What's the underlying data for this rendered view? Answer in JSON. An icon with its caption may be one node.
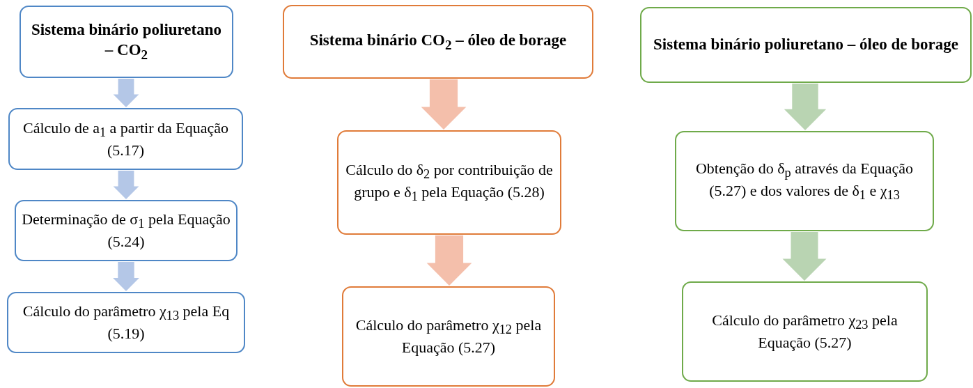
{
  "diagram": {
    "nodes": [
      {
        "text": [
          "Sistema binário poliuretano – CO$_{2}$"
        ]
      },
      {
        "text": [
          "Cálculo de a$_{1}$ a partir da Equação (5.17)"
        ]
      },
      {
        "text": [
          "Determinação de σ$_{1}$ pela Equação (5.24)"
        ]
      },
      {
        "text": [
          "Cálculo do parâmetro χ$_{13}$ pela Eq (5.19)"
        ]
      },
      {
        "text": [
          "Sistema binário  CO$_{2}$ – óleo de borage"
        ]
      },
      {
        "text": [
          "Cálculo do δ$_{2}$ por contribuição de grupo e δ$_{1}$ pela Equação (5.28)"
        ]
      },
      {
        "text": [
          "Cálculo do parâmetro χ$_{12}$ pela Equação (5.27)"
        ]
      },
      {
        "text": [
          "Sistema binário  poliuretano – óleo de borage"
        ]
      },
      {
        "text": [
          "Obtenção do δ$_{p}$ através da Equação (5.27) e dos valores de  δ$_{1}$  e χ$_{13}$"
        ]
      },
      {
        "text": [
          "Cálculo do parâmetro χ$_{23}$ pela Equação (5.27)"
        ]
      }
    ],
    "edges": [
      {
        "from": 0,
        "to": 1,
        "arrow": "to",
        "color": "#b4c7e7"
      },
      {
        "from": 1,
        "to": 2,
        "arrow": "to",
        "color": "#b4c7e7"
      },
      {
        "from": 2,
        "to": 3,
        "arrow": "to",
        "color": "#b4c7e7"
      },
      {
        "from": 4,
        "to": 5,
        "arrow": "to",
        "color": "#f4bfab"
      },
      {
        "from": 5,
        "to": 6,
        "arrow": "to",
        "color": "#f4bfab"
      },
      {
        "from": 7,
        "to": 8,
        "arrow": "to",
        "color": "#b9d4b2"
      },
      {
        "from": 8,
        "to": 9,
        "arrow": "to",
        "color": "#b9d4b2"
      }
    ]
  }
}
